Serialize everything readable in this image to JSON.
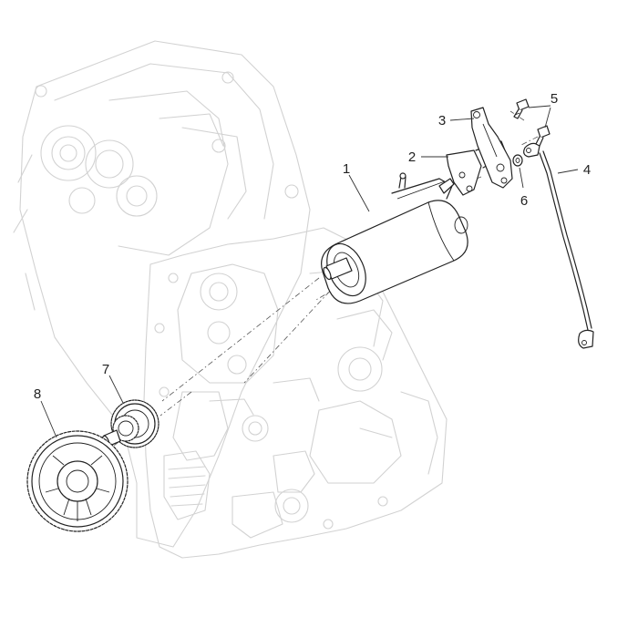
{
  "diagram": {
    "callouts": [
      {
        "id": "1",
        "label": "1"
      },
      {
        "id": "2",
        "label": "2"
      },
      {
        "id": "3",
        "label": "3"
      },
      {
        "id": "4",
        "label": "4"
      },
      {
        "id": "5",
        "label": "5"
      },
      {
        "id": "6",
        "label": "6"
      },
      {
        "id": "7",
        "label": "7"
      },
      {
        "id": "8",
        "label": "8"
      }
    ],
    "parts": [
      {
        "ref": "1",
        "icon": "starter-motor"
      },
      {
        "ref": "2",
        "icon": "mounting-bracket"
      },
      {
        "ref": "3",
        "icon": "support-plate"
      },
      {
        "ref": "4",
        "icon": "ground-cable"
      },
      {
        "ref": "5",
        "icon": "screw"
      },
      {
        "ref": "6",
        "icon": "washer"
      },
      {
        "ref": "7",
        "icon": "idler-gear"
      },
      {
        "ref": "8",
        "icon": "starter-crown-gear"
      }
    ]
  }
}
